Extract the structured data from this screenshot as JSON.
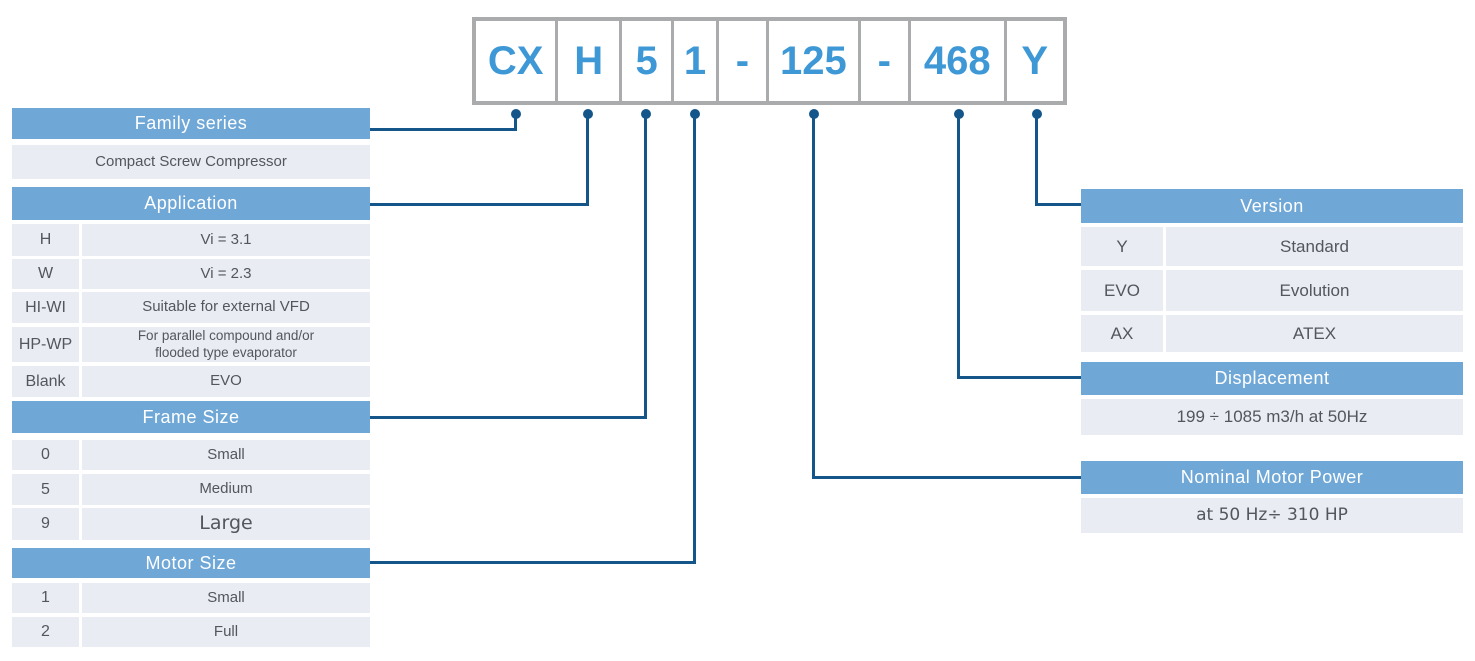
{
  "colors": {
    "header_blue": "#6FA7D7",
    "row_bg": "#E9ECF3",
    "line_blue": "#15568A",
    "code_blue": "#3E98D6",
    "border_gray": "#A9ABAD",
    "text_dark": "#54565E"
  },
  "code": {
    "segments": [
      "CX",
      "H",
      "5",
      "1",
      "-",
      "125",
      "-",
      "468",
      "Y"
    ]
  },
  "family_series": {
    "header": "Family series",
    "value": "Compact Screw Compressor"
  },
  "application": {
    "header": "Application",
    "rows": [
      {
        "key": "H",
        "value": "Vi = 3.1"
      },
      {
        "key": "W",
        "value": "Vi = 2.3"
      },
      {
        "key": "HI-WI",
        "value": "Suitable for external VFD"
      },
      {
        "key": "HP-WP",
        "value_lines": [
          "For parallel compound and/or",
          "flooded type evaporator"
        ]
      },
      {
        "key": "Blank",
        "value": "EVO"
      }
    ]
  },
  "frame_size": {
    "header": "Frame Size",
    "rows": [
      {
        "key": "0",
        "value": "Small"
      },
      {
        "key": "5",
        "value": "Medium"
      },
      {
        "key": "9",
        "value": "Large"
      }
    ]
  },
  "motor_size": {
    "header": "Motor Size",
    "rows": [
      {
        "key": "1",
        "value": "Small"
      },
      {
        "key": "2",
        "value": "Full"
      }
    ]
  },
  "version": {
    "header": "Version",
    "rows": [
      {
        "key": "Y",
        "value": "Standard"
      },
      {
        "key": "EVO",
        "value": "Evolution"
      },
      {
        "key": "AX",
        "value": "ATEX"
      }
    ]
  },
  "displacement": {
    "header": "Displacement",
    "value": "199 ÷ 1085 m3/h at 50Hz"
  },
  "nominal_motor_power": {
    "header": "Nominal Motor Power",
    "value": "at 50 Hz÷ 310 HP"
  }
}
